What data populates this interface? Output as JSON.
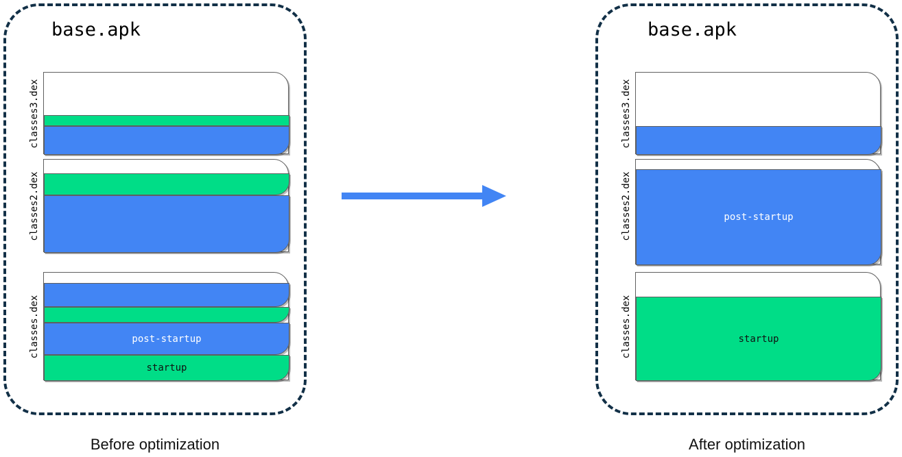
{
  "colors": {
    "blue": "#4285f4",
    "green": "#00dd87",
    "panel_border": "#123047",
    "block_border": "#5f5f5f",
    "arrow": "#4285f4",
    "background": "#ffffff"
  },
  "panels": {
    "before": {
      "title": "base.apk",
      "caption": "Before optimization",
      "blocks": [
        {
          "label": "classes3.dex",
          "layers": [
            {
              "kind": "empty",
              "text": "",
              "color": "#ffffff"
            },
            {
              "kind": "startup",
              "text": "",
              "color": "#00dd87"
            },
            {
              "kind": "post-startup",
              "text": "",
              "color": "#4285f4"
            }
          ]
        },
        {
          "label": "classes2.dex",
          "layers": [
            {
              "kind": "empty",
              "text": "",
              "color": "#ffffff"
            },
            {
              "kind": "startup",
              "text": "",
              "color": "#00dd87"
            },
            {
              "kind": "post-startup",
              "text": "",
              "color": "#4285f4"
            }
          ]
        },
        {
          "label": "classes.dex",
          "layers": [
            {
              "kind": "empty",
              "text": "",
              "color": "#ffffff"
            },
            {
              "kind": "post-startup",
              "text": "",
              "color": "#4285f4"
            },
            {
              "kind": "startup",
              "text": "",
              "color": "#00dd87"
            },
            {
              "kind": "post-startup",
              "text": "post-startup",
              "color": "#4285f4"
            },
            {
              "kind": "startup",
              "text": "startup",
              "color": "#00dd87"
            }
          ]
        }
      ]
    },
    "after": {
      "title": "base.apk",
      "caption": "After optimization",
      "blocks": [
        {
          "label": "classes3.dex",
          "layers": [
            {
              "kind": "empty",
              "text": "",
              "color": "#ffffff"
            },
            {
              "kind": "post-startup",
              "text": "",
              "color": "#4285f4"
            }
          ]
        },
        {
          "label": "classes2.dex",
          "layers": [
            {
              "kind": "empty",
              "text": "",
              "color": "#ffffff"
            },
            {
              "kind": "post-startup",
              "text": "post-startup",
              "color": "#4285f4"
            }
          ]
        },
        {
          "label": "classes.dex",
          "layers": [
            {
              "kind": "empty",
              "text": "",
              "color": "#ffffff"
            },
            {
              "kind": "startup",
              "text": "startup",
              "color": "#00dd87"
            }
          ]
        }
      ]
    }
  },
  "arrow": {
    "name": "optimization-arrow",
    "direction": "right"
  }
}
